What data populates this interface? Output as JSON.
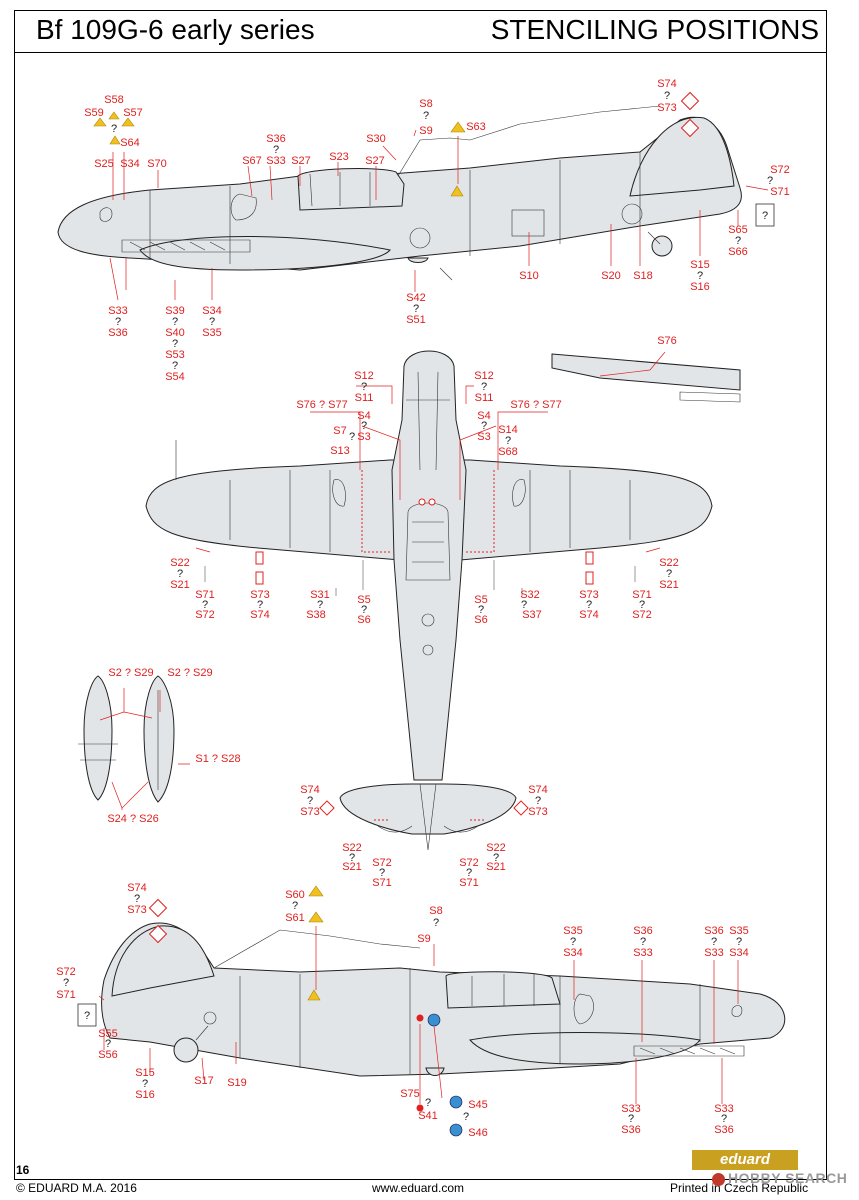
{
  "header": {
    "title": "Bf 109G-6 early series",
    "subtitle": "STENCILING POSITIONS"
  },
  "footer": {
    "copyright": "© EDUARD M.A. 2016",
    "website": "www.eduard.com",
    "printed": "Printed in Czech Republic",
    "page_number": "16"
  },
  "branding": {
    "logo_text": "eduard",
    "watermark": "HOBBY SEARCH",
    "accent_color": "#e02020",
    "logo_color": "#c9a020"
  },
  "callouts": [
    {
      "id": "t1",
      "text": "S74"
    },
    {
      "id": "t2",
      "text": "?"
    },
    {
      "id": "t3",
      "text": "S73"
    },
    {
      "id": "t4",
      "text": "S58"
    },
    {
      "id": "t5",
      "text": "S59"
    },
    {
      "id": "t6",
      "text": "S57"
    },
    {
      "id": "t7",
      "text": "?"
    },
    {
      "id": "t8",
      "text": "S64"
    },
    {
      "id": "t9",
      "text": "S8"
    },
    {
      "id": "t10",
      "text": "?"
    },
    {
      "id": "t11",
      "text": "S9"
    },
    {
      "id": "t12",
      "text": "S63"
    },
    {
      "id": "t13",
      "text": "S30"
    },
    {
      "id": "t14",
      "text": "S36"
    },
    {
      "id": "t15",
      "text": "?"
    },
    {
      "id": "t16",
      "text": "S33"
    },
    {
      "id": "t17",
      "text": "S67"
    },
    {
      "id": "t18",
      "text": "S27"
    },
    {
      "id": "t19",
      "text": "S23"
    },
    {
      "id": "t20",
      "text": "S27"
    },
    {
      "id": "t21",
      "text": "S25"
    },
    {
      "id": "t22",
      "text": "S34"
    },
    {
      "id": "t23",
      "text": "S70"
    },
    {
      "id": "t24",
      "text": "S72"
    },
    {
      "id": "t25",
      "text": "?"
    },
    {
      "id": "t26",
      "text": "S71"
    },
    {
      "id": "t27",
      "text": "S10"
    },
    {
      "id": "t28",
      "text": "S20"
    },
    {
      "id": "t29",
      "text": "S18"
    },
    {
      "id": "t30",
      "text": "S15"
    },
    {
      "id": "t31",
      "text": "?"
    },
    {
      "id": "t32",
      "text": "S16"
    },
    {
      "id": "t33",
      "text": "S65"
    },
    {
      "id": "t34",
      "text": "?"
    },
    {
      "id": "t35",
      "text": "S66"
    },
    {
      "id": "t36",
      "text": "S33"
    },
    {
      "id": "t37",
      "text": "?"
    },
    {
      "id": "t38",
      "text": "S36"
    },
    {
      "id": "t39",
      "text": "S39"
    },
    {
      "id": "t40",
      "text": "?"
    },
    {
      "id": "t41",
      "text": "S40"
    },
    {
      "id": "t42",
      "text": "?"
    },
    {
      "id": "t43",
      "text": "S53"
    },
    {
      "id": "t44",
      "text": "?"
    },
    {
      "id": "t45",
      "text": "S54"
    },
    {
      "id": "t46",
      "text": "S34"
    },
    {
      "id": "t47",
      "text": "?"
    },
    {
      "id": "t48",
      "text": "S35"
    },
    {
      "id": "t49",
      "text": "S42"
    },
    {
      "id": "t50",
      "text": "?"
    },
    {
      "id": "t51",
      "text": "S51"
    },
    {
      "id": "t52",
      "text": "S76"
    },
    {
      "id": "t53",
      "text": "S12"
    },
    {
      "id": "t54",
      "text": "?"
    },
    {
      "id": "t55",
      "text": "S11"
    },
    {
      "id": "t56",
      "text": "S12"
    },
    {
      "id": "t57",
      "text": "?"
    },
    {
      "id": "t58",
      "text": "S11"
    },
    {
      "id": "t59",
      "text": "S76 ? S77"
    },
    {
      "id": "t60",
      "text": "S76 ? S77"
    },
    {
      "id": "t61",
      "text": "S4"
    },
    {
      "id": "t62",
      "text": "?"
    },
    {
      "id": "t63",
      "text": "S7"
    },
    {
      "id": "t64",
      "text": "?"
    },
    {
      "id": "t65",
      "text": "S3"
    },
    {
      "id": "t66",
      "text": "S13"
    },
    {
      "id": "t67",
      "text": "S4"
    },
    {
      "id": "t68",
      "text": "?"
    },
    {
      "id": "t69",
      "text": "S3"
    },
    {
      "id": "t70",
      "text": "S14"
    },
    {
      "id": "t71",
      "text": "?"
    },
    {
      "id": "t72",
      "text": "S68"
    },
    {
      "id": "t73",
      "text": "S22"
    },
    {
      "id": "t74",
      "text": "?"
    },
    {
      "id": "t75",
      "text": "S21"
    },
    {
      "id": "t76",
      "text": "S22"
    },
    {
      "id": "t77",
      "text": "?"
    },
    {
      "id": "t78",
      "text": "S21"
    },
    {
      "id": "t79",
      "text": "S71"
    },
    {
      "id": "t80",
      "text": "?"
    },
    {
      "id": "t81",
      "text": "S72"
    },
    {
      "id": "t82",
      "text": "S73"
    },
    {
      "id": "t83",
      "text": "?"
    },
    {
      "id": "t84",
      "text": "S74"
    },
    {
      "id": "t85",
      "text": "S31"
    },
    {
      "id": "t86",
      "text": "?"
    },
    {
      "id": "t87",
      "text": "S38"
    },
    {
      "id": "t88",
      "text": "S5"
    },
    {
      "id": "t89",
      "text": "?"
    },
    {
      "id": "t90",
      "text": "S6"
    },
    {
      "id": "t91",
      "text": "S5"
    },
    {
      "id": "t92",
      "text": "?"
    },
    {
      "id": "t93",
      "text": "S6"
    },
    {
      "id": "t94",
      "text": "S32"
    },
    {
      "id": "t95",
      "text": "?"
    },
    {
      "id": "t96",
      "text": "S37"
    },
    {
      "id": "t97",
      "text": "S73"
    },
    {
      "id": "t98",
      "text": "?"
    },
    {
      "id": "t99",
      "text": "S74"
    },
    {
      "id": "t100",
      "text": "S71"
    },
    {
      "id": "t101",
      "text": "?"
    },
    {
      "id": "t102",
      "text": "S72"
    },
    {
      "id": "t103",
      "text": "S2 ? S29"
    },
    {
      "id": "t104",
      "text": "S2 ? S29"
    },
    {
      "id": "t105",
      "text": "S1 ? S28"
    },
    {
      "id": "t106",
      "text": "S24 ? S26"
    },
    {
      "id": "t107",
      "text": "S74"
    },
    {
      "id": "t108",
      "text": "?"
    },
    {
      "id": "t109",
      "text": "S73"
    },
    {
      "id": "t110",
      "text": "S74"
    },
    {
      "id": "t111",
      "text": "?"
    },
    {
      "id": "t112",
      "text": "S73"
    },
    {
      "id": "t113",
      "text": "S22"
    },
    {
      "id": "t114",
      "text": "?"
    },
    {
      "id": "t115",
      "text": "S21"
    },
    {
      "id": "t116",
      "text": "S72"
    },
    {
      "id": "t117",
      "text": "?"
    },
    {
      "id": "t118",
      "text": "S71"
    },
    {
      "id": "t119",
      "text": "S72"
    },
    {
      "id": "t120",
      "text": "?"
    },
    {
      "id": "t121",
      "text": "S71"
    },
    {
      "id": "t122",
      "text": "S22"
    },
    {
      "id": "t123",
      "text": "?"
    },
    {
      "id": "t124",
      "text": "S21"
    },
    {
      "id": "t125",
      "text": "S74"
    },
    {
      "id": "t126",
      "text": "?"
    },
    {
      "id": "t127",
      "text": "S73"
    },
    {
      "id": "t128",
      "text": "S60"
    },
    {
      "id": "t129",
      "text": "?"
    },
    {
      "id": "t130",
      "text": "S61"
    },
    {
      "id": "t131",
      "text": "S8"
    },
    {
      "id": "t132",
      "text": "?"
    },
    {
      "id": "t133",
      "text": "S9"
    },
    {
      "id": "t134",
      "text": "S35"
    },
    {
      "id": "t135",
      "text": "?"
    },
    {
      "id": "t136",
      "text": "S34"
    },
    {
      "id": "t137",
      "text": "S36"
    },
    {
      "id": "t138",
      "text": "?"
    },
    {
      "id": "t139",
      "text": "S33"
    },
    {
      "id": "t140",
      "text": "S36"
    },
    {
      "id": "t141",
      "text": "?"
    },
    {
      "id": "t142",
      "text": "S33"
    },
    {
      "id": "t143",
      "text": "S35"
    },
    {
      "id": "t144",
      "text": "?"
    },
    {
      "id": "t145",
      "text": "S34"
    },
    {
      "id": "t146",
      "text": "S72"
    },
    {
      "id": "t147",
      "text": "?"
    },
    {
      "id": "t148",
      "text": "S71"
    },
    {
      "id": "t149",
      "text": "S55"
    },
    {
      "id": "t150",
      "text": "?"
    },
    {
      "id": "t151",
      "text": "S56"
    },
    {
      "id": "t152",
      "text": "S15"
    },
    {
      "id": "t153",
      "text": "?"
    },
    {
      "id": "t154",
      "text": "S16"
    },
    {
      "id": "t155",
      "text": "S17"
    },
    {
      "id": "t156",
      "text": "S19"
    },
    {
      "id": "t157",
      "text": "S75"
    },
    {
      "id": "t158",
      "text": "?"
    },
    {
      "id": "t159",
      "text": "S41"
    },
    {
      "id": "t160",
      "text": "S45"
    },
    {
      "id": "t161",
      "text": "?"
    },
    {
      "id": "t162",
      "text": "S46"
    },
    {
      "id": "t163",
      "text": "S33"
    },
    {
      "id": "t164",
      "text": "?"
    },
    {
      "id": "t165",
      "text": "S36"
    },
    {
      "id": "t166",
      "text": "S33"
    },
    {
      "id": "t167",
      "text": "?"
    },
    {
      "id": "t168",
      "text": "S36"
    }
  ]
}
